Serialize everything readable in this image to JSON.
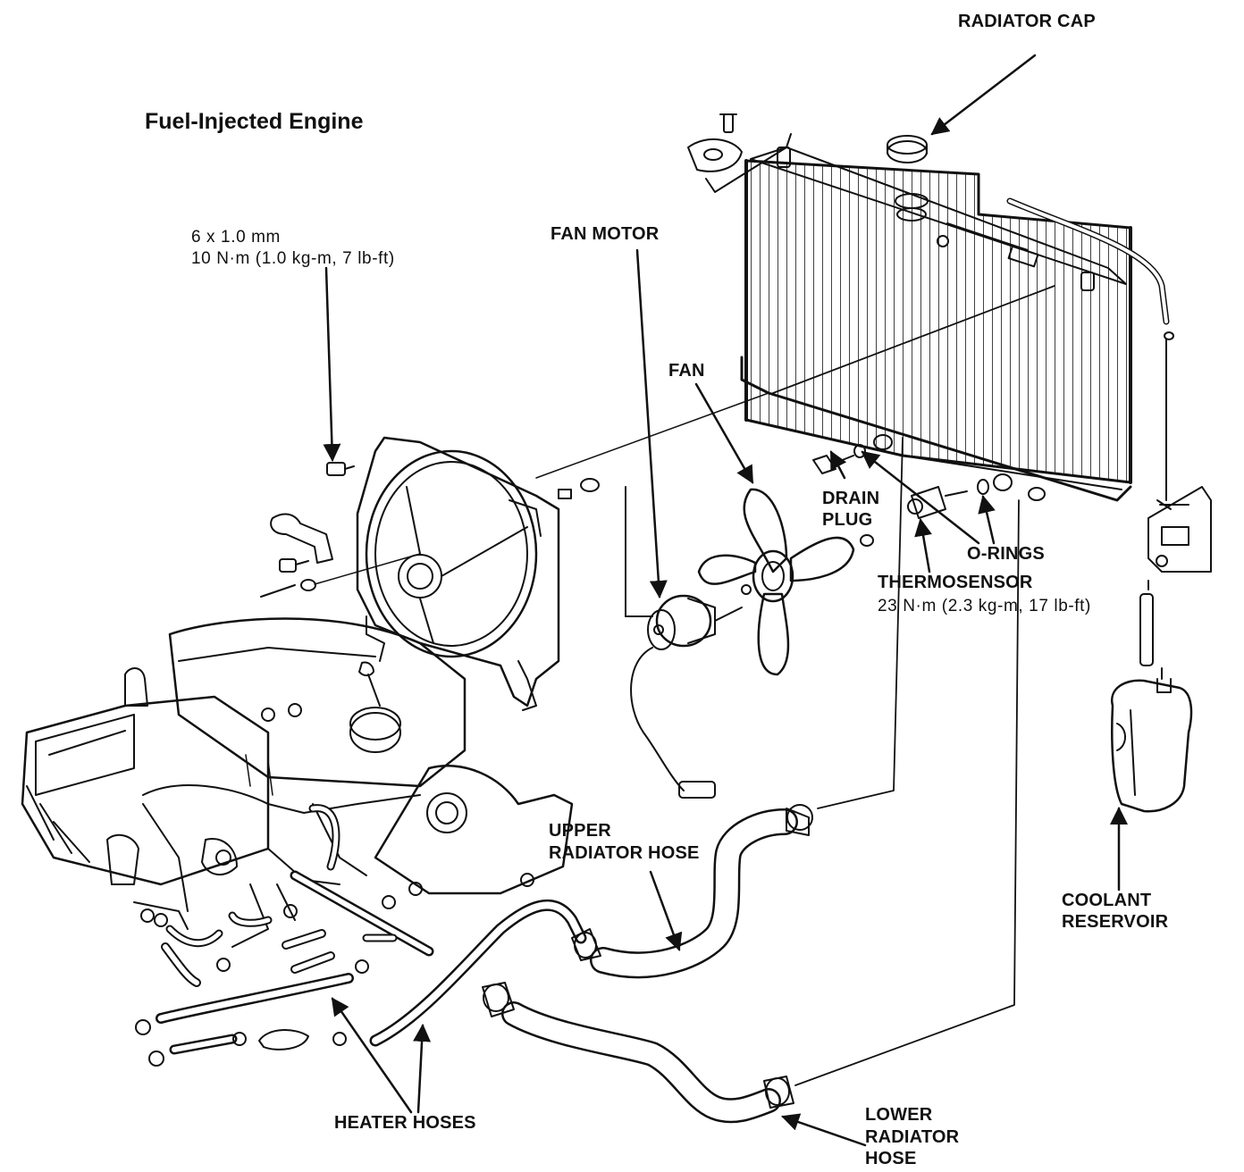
{
  "title": "Fuel-Injected Engine",
  "labels": {
    "radiator_cap": "RADIATOR CAP",
    "bolt_size": "6 x 1.0 mm",
    "bolt_torque": "10 N·m (1.0 kg-m, 7 lb-ft)",
    "fan": "FAN",
    "fan_motor": "FAN MOTOR",
    "drain_plug_1": "DRAIN",
    "drain_plug_2": "PLUG",
    "o_rings": "O-RINGS",
    "thermosensor": "THERMOSENSOR",
    "thermosensor_torque": "23 N·m (2.3 kg-m, 17 lb-ft)",
    "upper_hose_1": "UPPER",
    "upper_hose_2": "RADIATOR HOSE",
    "coolant_reservoir_1": "COOLANT",
    "coolant_reservoir_2": "RESERVOIR",
    "heater_hoses": "HEATER HOSES",
    "lower_hose_1": "LOWER",
    "lower_hose_2": "RADIATOR",
    "lower_hose_3": "HOSE"
  },
  "colors": {
    "ink": "#111111",
    "paper": "#ffffff"
  }
}
